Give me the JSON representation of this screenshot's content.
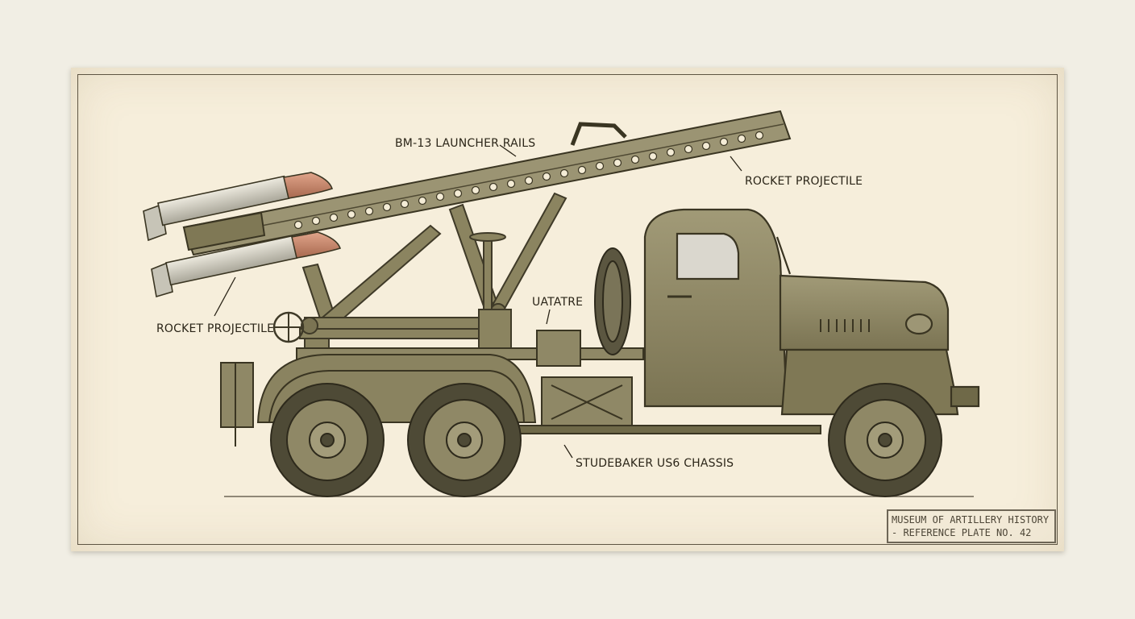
{
  "labels": {
    "launcher_rails": "BM-13 LAUNCHER RAILS",
    "rocket_right": "ROCKET PROJECTILE",
    "rocket_left": "ROCKET PROJECTILE",
    "uatatre": "UATATRE",
    "chassis": "STUDEBAKER US6 CHASSIS"
  },
  "stamp": {
    "line1": "MUSEUM OF ARTILLERY HISTORY",
    "line2": "- REFERENCE PLATE NO. 42"
  },
  "colors": {
    "paper": "#f6eedb",
    "olive": "#8f8866",
    "olive_dark": "#5c5638",
    "ink": "#2b2518",
    "warhead": "#c9866b"
  }
}
